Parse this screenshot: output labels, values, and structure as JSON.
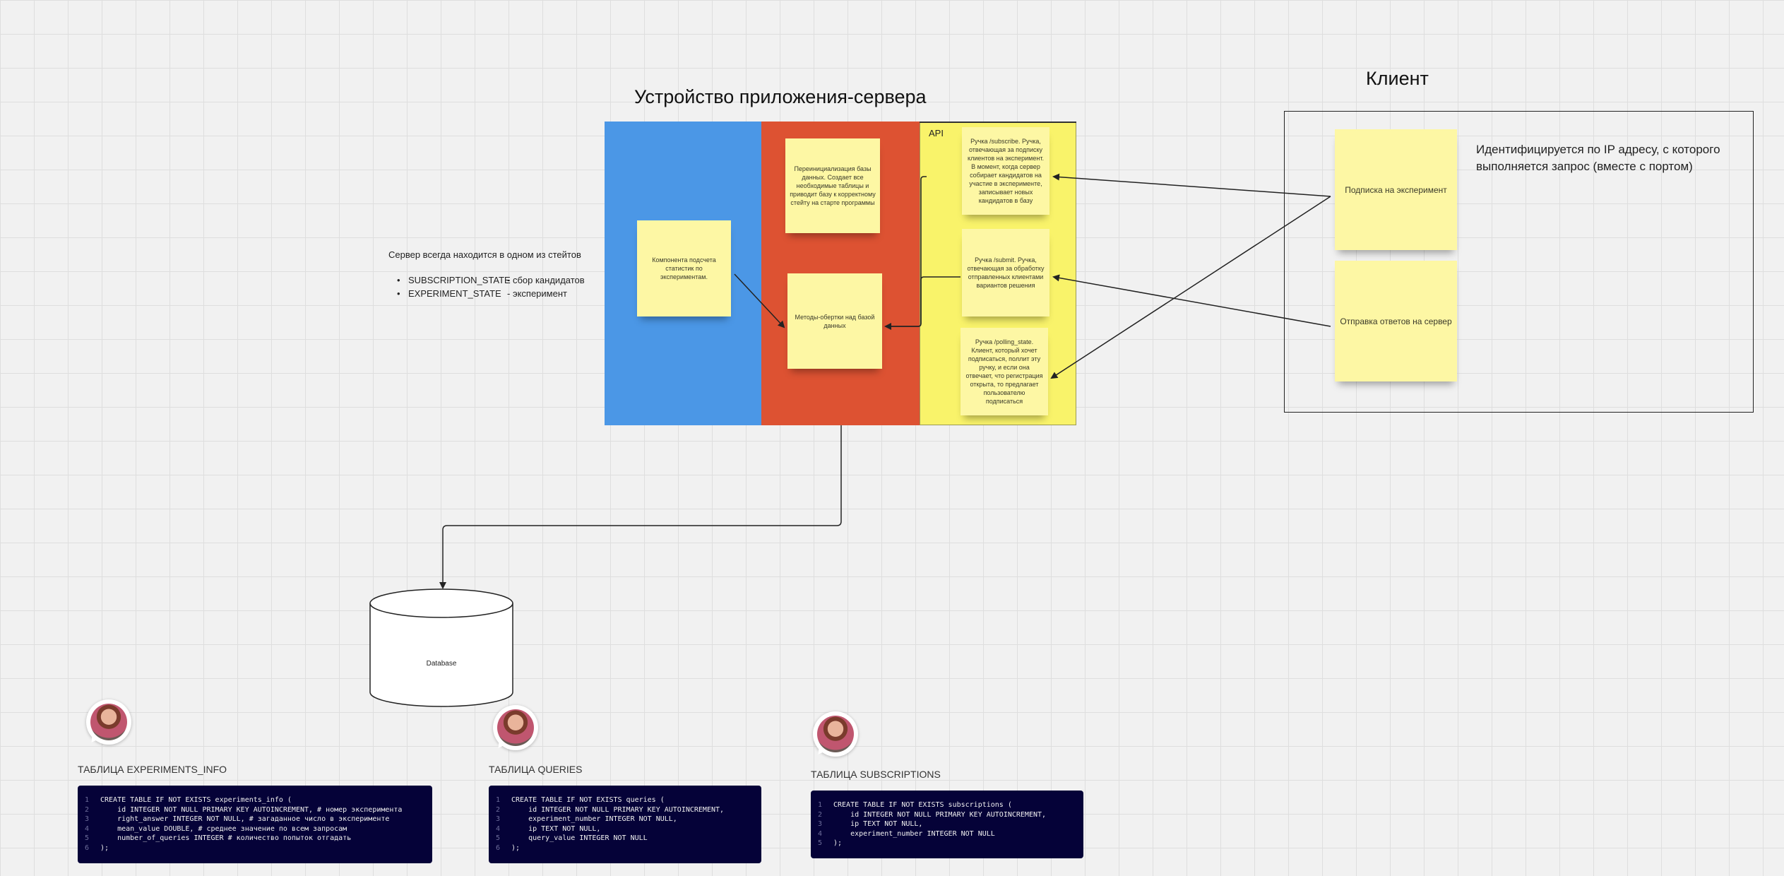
{
  "server": {
    "title": "Устройство приложения-сервера",
    "api_label": "API",
    "stats_component": "Компонента подсчета статистик по экспериментам.",
    "db_reinit": "Переинициализация базы данных. Создает все необходимые таблицы и приводит базу к корректному стейту на старте программы",
    "db_wrappers": "Методы-обертки над базой данных",
    "handle_subscribe": "Ручка /subscribe. Ручка, отвечающая за подписку клиентов на эксперимент. В момент, когда сервер собирает кандидатов на участие в эксперименте, записывает новых кандидатов в базу",
    "handle_submit": "Ручка /submit. Ручка, отвечающая за обработку отправленных клиентами вариантов решения",
    "handle_polling": "Ручка /polling_state. Клиент, который хочет подписаться, поллит эту ручку, и если она отвечает, что регистрация открыта, то предлагает пользователю подписаться"
  },
  "states_note": {
    "heading": "Сервер всегда находится в одном из стейтов",
    "items": [
      {
        "bullet": "•",
        "name": "SUBSCRIPTION_STATE",
        "desc": "- сбор кандидатов"
      },
      {
        "bullet": "•",
        "name": "EXPERIMENT_STATE",
        "desc": "- эксперимент"
      }
    ]
  },
  "client": {
    "title": "Клиент",
    "subscribe": "Подписка на эксперимент",
    "send_answers": "Отправка ответов на сервер",
    "note": "Идентифицируется по IP адресу, с которого выполняется запрос (вместе с портом)"
  },
  "database": {
    "label": "Database"
  },
  "tables": [
    {
      "title": "ТАБЛИЦА EXPERIMENTS_INFO",
      "lines": [
        {
          "n": "1",
          "text": "CREATE TABLE IF NOT EXISTS experiments_info ("
        },
        {
          "n": "2",
          "text": "    id INTEGER NOT NULL PRIMARY KEY AUTOINCREMENT, # номер эксперимента"
        },
        {
          "n": "3",
          "text": "    right_answer INTEGER NOT NULL, # загаданное число в эксперименте"
        },
        {
          "n": "4",
          "text": "    mean_value DOUBLE, # среднее значение по всем запросам"
        },
        {
          "n": "5",
          "text": "    number_of_queries INTEGER # количество попыток отгадать"
        },
        {
          "n": "6",
          "text": ");"
        }
      ]
    },
    {
      "title": "ТАБЛИЦА QUERIES",
      "lines": [
        {
          "n": "1",
          "text": "CREATE TABLE IF NOT EXISTS queries ("
        },
        {
          "n": "2",
          "text": "    id INTEGER NOT NULL PRIMARY KEY AUTOINCREMENT,"
        },
        {
          "n": "3",
          "text": "    experiment_number INTEGER NOT NULL,"
        },
        {
          "n": "4",
          "text": "    ip TEXT NOT NULL,"
        },
        {
          "n": "5",
          "text": "    query_value INTEGER NOT NULL"
        },
        {
          "n": "6",
          "text": ");"
        }
      ]
    },
    {
      "title": "ТАБЛИЦА SUBSCRIPTIONS",
      "lines": [
        {
          "n": "1",
          "text": "CREATE TABLE IF NOT EXISTS subscriptions ("
        },
        {
          "n": "2",
          "text": "    id INTEGER NOT NULL PRIMARY KEY AUTOINCREMENT,"
        },
        {
          "n": "3",
          "text": "    ip TEXT NOT NULL,"
        },
        {
          "n": "4",
          "text": "    experiment_number INTEGER NOT NULL"
        },
        {
          "n": "5",
          "text": ");"
        }
      ]
    }
  ]
}
